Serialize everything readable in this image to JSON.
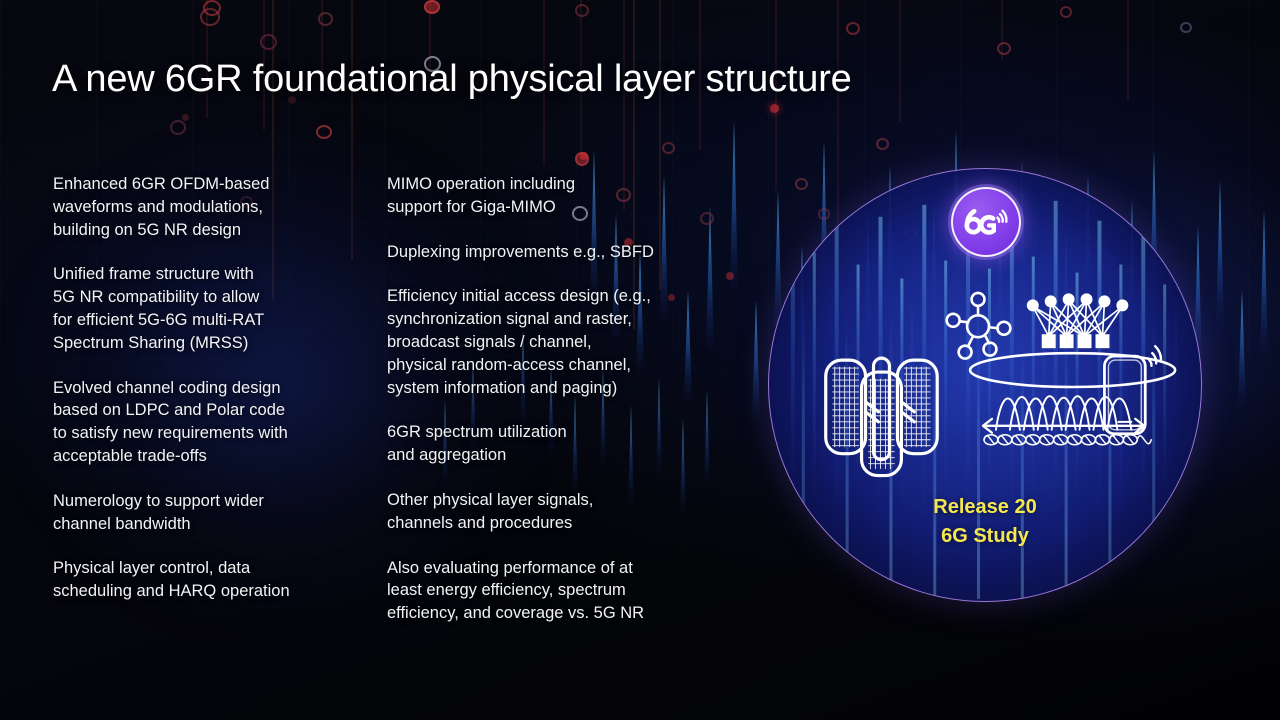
{
  "slide": {
    "title": "A new 6GR foundational physical layer structure",
    "background_color": "#05060e",
    "accent_color": "#8340ea",
    "highlight_color": "#f5e84e"
  },
  "columns": {
    "left": {
      "bullets": [
        "Enhanced 6GR OFDM-based\nwaveforms and modulations,\nbuilding on 5G NR design",
        "Unified frame structure with\n5G NR compatibility to allow\nfor efficient 5G-6G multi-RAT\nSpectrum Sharing (MRSS)",
        "Evolved channel coding design\nbased on LDPC and Polar code\nto satisfy new requirements with\nacceptable trade-offs",
        "Numerology to support wider\nchannel bandwidth",
        "Physical layer control, data\nscheduling and HARQ operation"
      ]
    },
    "right": {
      "bullets": [
        "MIMO operation including\nsupport for Giga-MIMO",
        "Duplexing improvements e.g., SBFD",
        "Efficiency initial access design (e.g.,\nsynchronization signal and raster,\nbroadcast signals / channel,\nphysical random-access channel,\nsystem information and paging)",
        "6GR spectrum utilization\nand aggregation",
        "Other physical layer signals,\nchannels and procedures",
        "Also evaluating performance of at\nleast energy efficiency, spectrum\nefficiency, and coverage vs. 5G NR"
      ]
    }
  },
  "hero": {
    "badge_label": "6G",
    "badge_icon": "6g-signal-logo-icon",
    "release_line1": "Release 20",
    "release_line2": "6G Study",
    "icons": [
      "antenna-array-tower-icon",
      "network-node-hub-icon",
      "mimo-beamforming-array-icon",
      "coverage-ellipse-icon",
      "ofdm-subcarrier-waveform-icon",
      "bandwidth-arrow-icon",
      "smartphone-signal-icon"
    ]
  }
}
